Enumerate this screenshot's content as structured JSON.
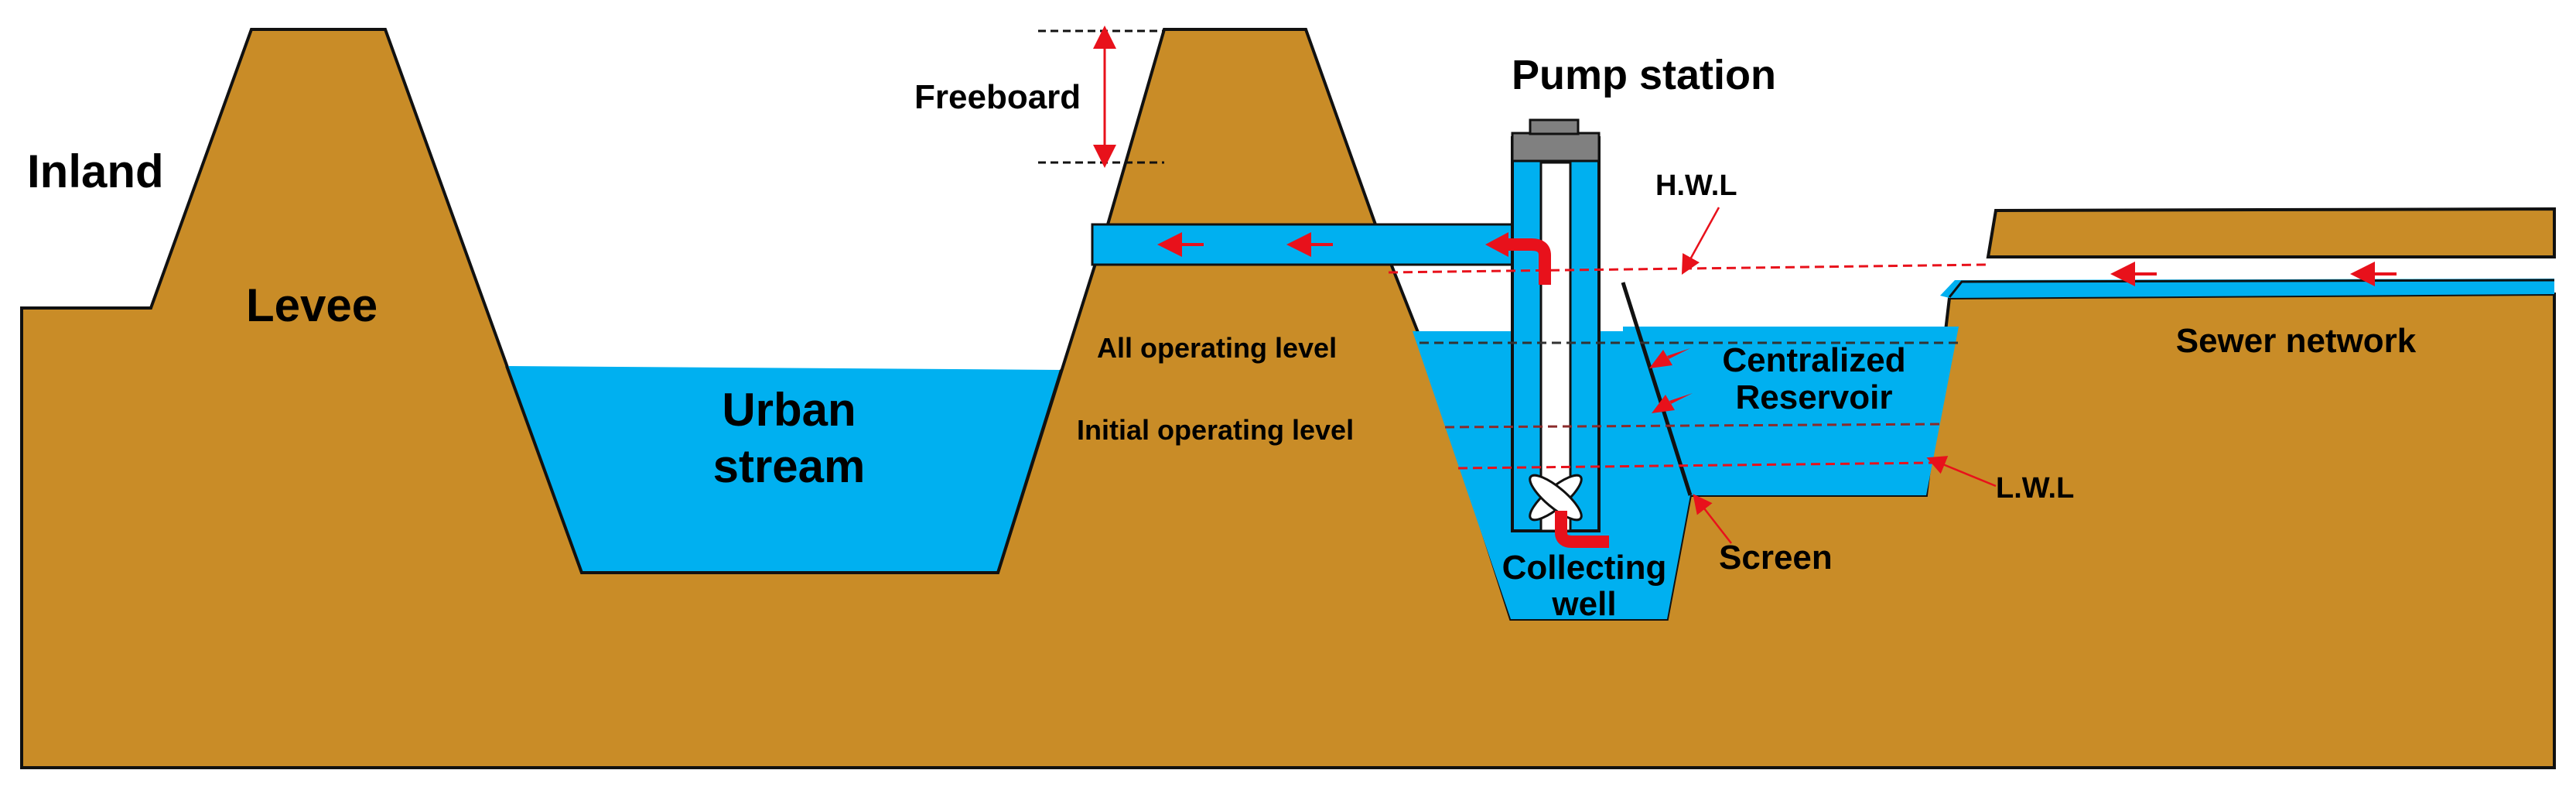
{
  "labels": {
    "inland": "Inland",
    "levee": "Levee",
    "urban_stream_line1": "Urban",
    "urban_stream_line2": "stream",
    "freeboard": "Freeboard",
    "pump_station": "Pump station",
    "hwl": "H.W.L",
    "all_operating_level": "All operating level",
    "initial_operating_level": "Initial operating level",
    "centralized_reservoir_line1": "Centralized",
    "centralized_reservoir_line2": "Reservoir",
    "sewer_network": "Sewer network",
    "lwl": "L.W.L",
    "screen": "Screen",
    "collecting_well_line1": "Collecting",
    "collecting_well_line2": "well"
  },
  "colors": {
    "ground": "#C98C27",
    "water": "#00B0F0",
    "arrow": "#E8111B",
    "outline": "#111111",
    "pump_cap": "#808080",
    "level_line": "#E8111B"
  }
}
